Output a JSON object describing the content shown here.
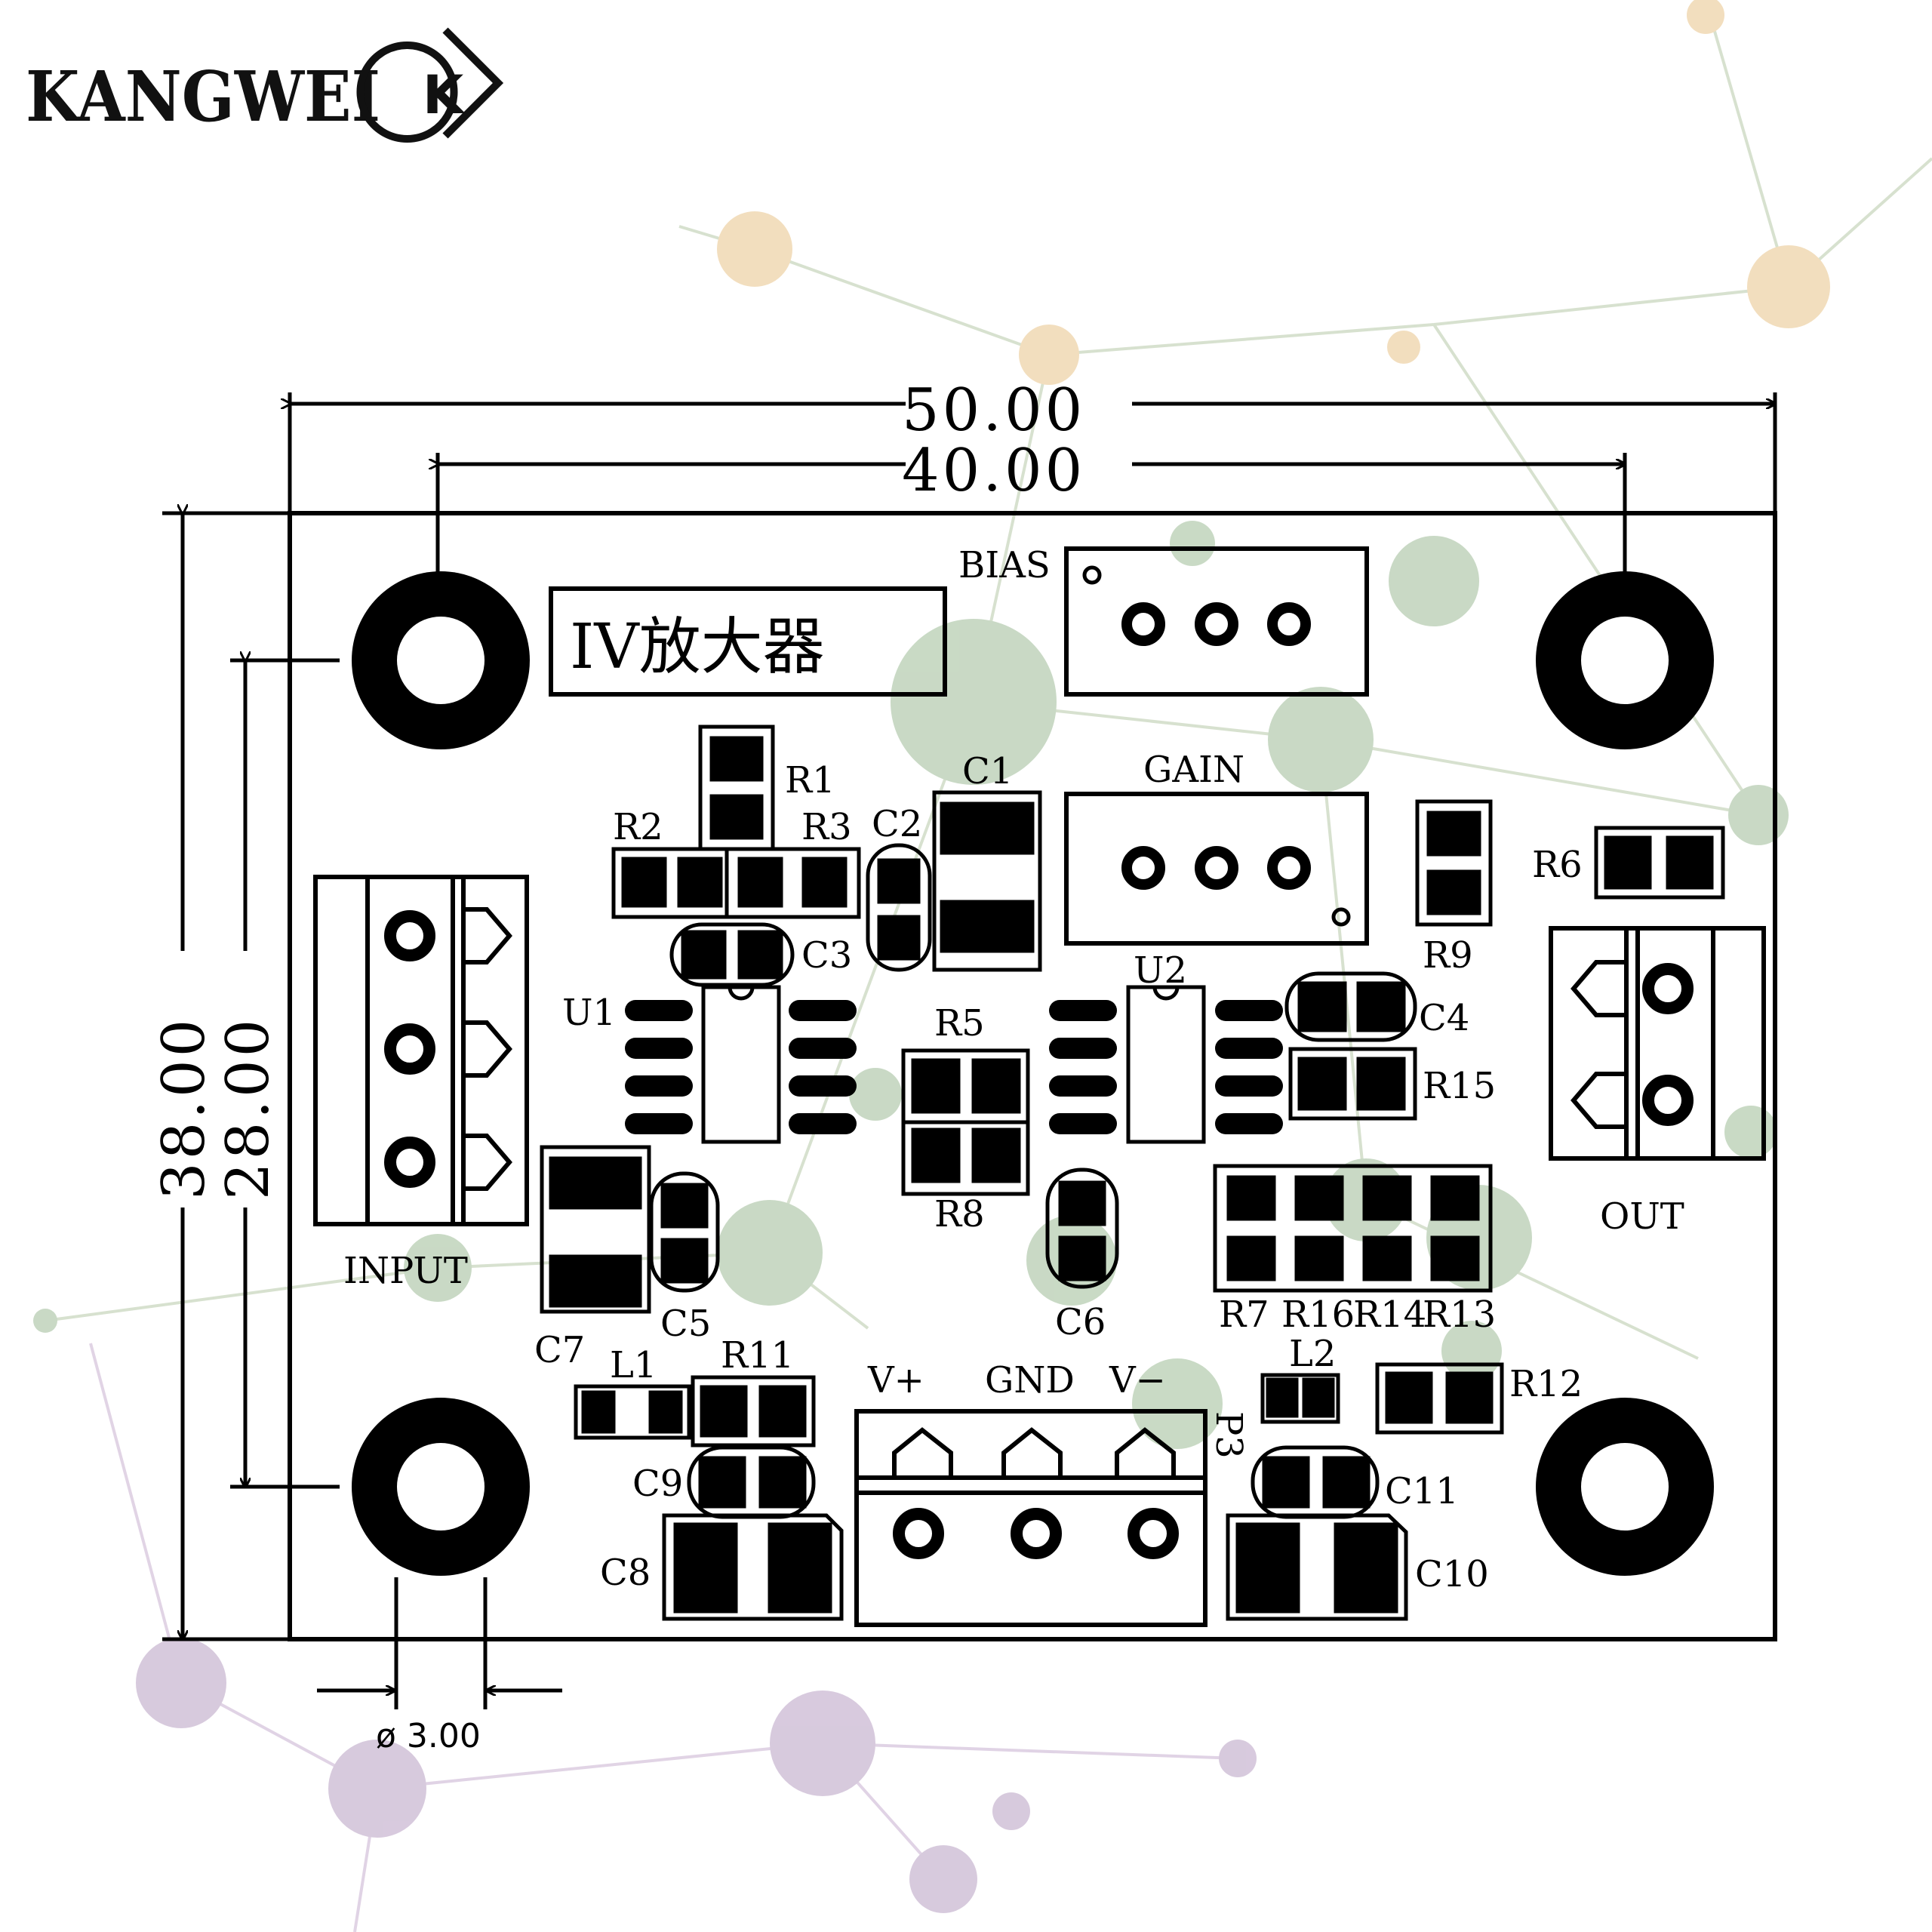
{
  "brand": {
    "name": "KANGWEI",
    "mark": "K"
  },
  "board_title": "IV放大器",
  "dimensions": {
    "width_outer": "50.00",
    "width_holes": "40.00",
    "height_outer": "38.00",
    "height_holes": "28.00",
    "hole_diameter": "ø 3.00"
  },
  "connectors": {
    "input": "INPUT",
    "output": "OUT",
    "power": [
      "V+",
      "GND",
      "V−"
    ],
    "bias": "BIAS",
    "gain": "GAIN"
  },
  "components": {
    "R1": "R1",
    "R2": "R2",
    "R3": "R3",
    "R5": "R5",
    "R6": "R6",
    "R7": "R7",
    "R8": "R8",
    "R9": "R9",
    "R11": "R11",
    "R12": "R12",
    "R13": "R13",
    "R14": "R14",
    "R15": "R15",
    "R16": "R16",
    "C1": "C1",
    "C2": "C2",
    "C3": "C3",
    "C4": "C4",
    "C5": "C5",
    "C6": "C6",
    "C7": "C7",
    "C8": "C8",
    "C9": "C9",
    "C10": "C10",
    "C11": "C11",
    "U1": "U1",
    "U2": "U2",
    "L1": "L1",
    "L2": "L2",
    "P3": "P3"
  },
  "colors": {
    "ink": "#000000",
    "bg_green": "#9dbb96",
    "bg_orange": "#e8c48a",
    "bg_purple": "#b89fc2"
  }
}
